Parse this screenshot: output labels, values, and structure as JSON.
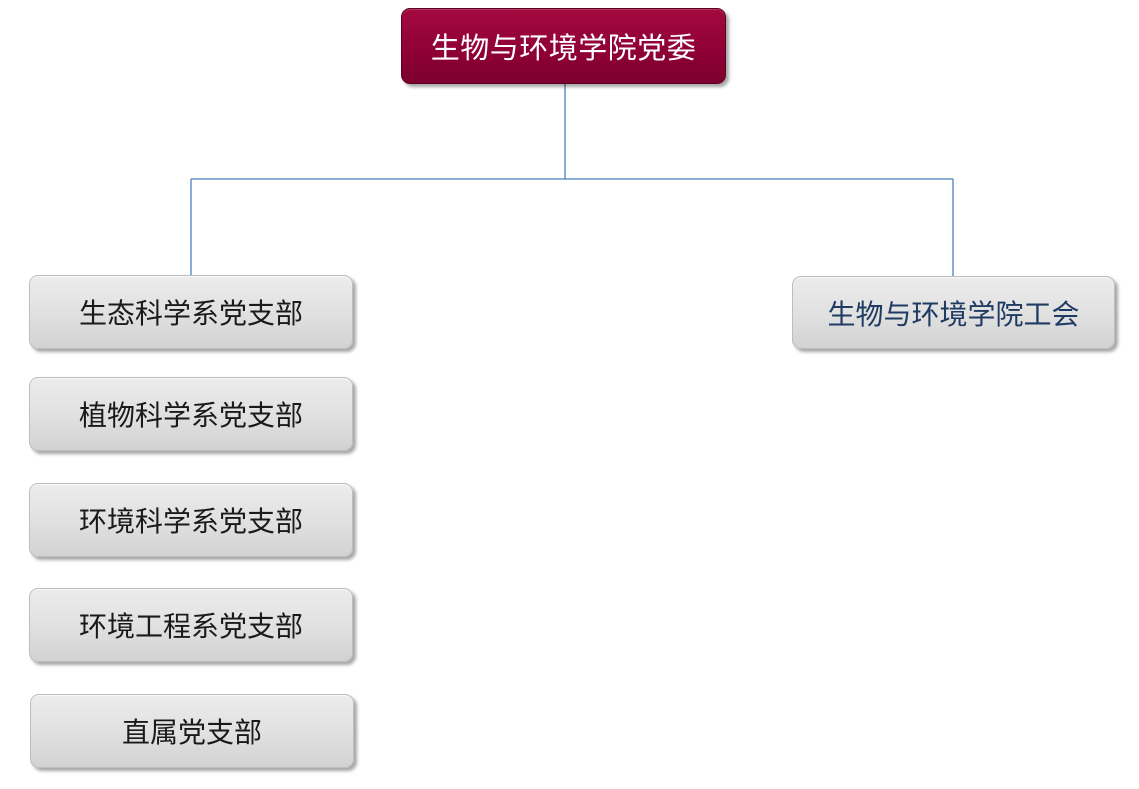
{
  "colors": {
    "root_fill": "#8e0035",
    "child_fill": "#e0e0e0",
    "connector": "#4a7fc1",
    "union_text": "#1f3b63"
  },
  "root": {
    "label": "生物与环境学院党委"
  },
  "branches": [
    {
      "label": "生态科学系党支部"
    },
    {
      "label": "植物科学系党支部"
    },
    {
      "label": "环境科学系党支部"
    },
    {
      "label": "环境工程系党支部"
    },
    {
      "label": "直属党支部"
    }
  ],
  "union": {
    "label": "生物与环境学院工会"
  }
}
